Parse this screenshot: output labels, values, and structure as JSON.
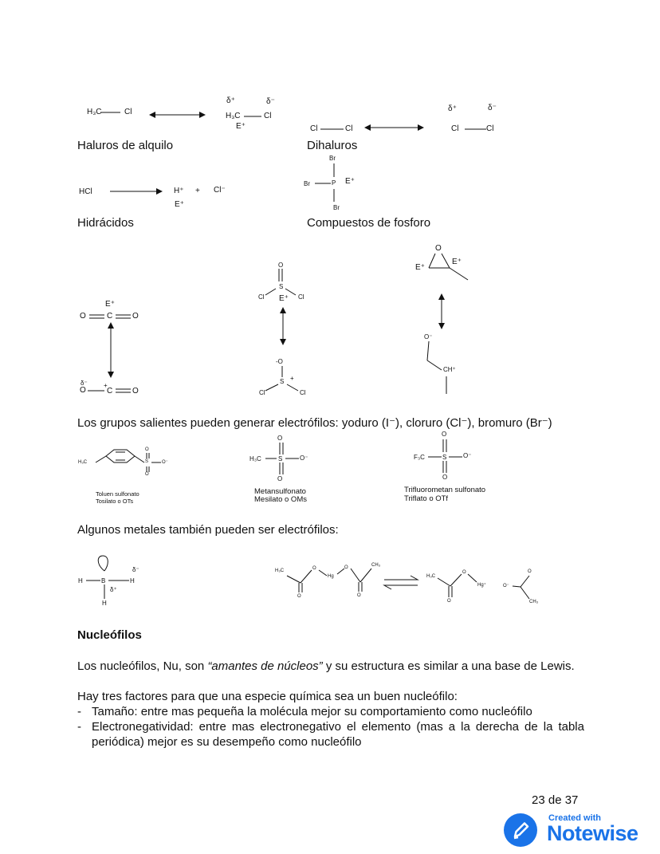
{
  "sections": {
    "haluros": "Haluros de alquilo",
    "dihaluros": "Dihaluros",
    "hidracidos": "Hidrácidos",
    "fosforo": "Compuestos de fosforo"
  },
  "chem": {
    "h3c": "H₃C",
    "cl": "Cl",
    "delta_plus": "δ⁺",
    "delta_minus": "δ⁻",
    "e_plus": "E⁺",
    "hcl": "HCl",
    "h_plus": "H⁺",
    "plus": "+",
    "cl_minus": "Cl⁻",
    "br": "Br",
    "p": "P",
    "o": "O",
    "c": "C",
    "s": "S",
    "o_minus": "O⁻",
    "minus_o": "-O",
    "ch_plus": "CH⁺",
    "f3c": "F₃C",
    "b": "B",
    "h": "H",
    "hg": "Hg",
    "hg_plus": "Hg⁺",
    "ch3": "CH₃"
  },
  "leaving_groups": {
    "sentence": "Los grupos salientes pueden generar electrófilos: yoduro (I⁻), cloruro (Cl⁻), bromuro (Br⁻)",
    "tosyl_name": "Toluen sulfonato",
    "tosyl_alias": "Tosilato o OTs",
    "mesyl_name": "Metansulfonato",
    "mesyl_alias": "Mesilato o OMs",
    "triflyl_name": "Trifluorometan sulfonato",
    "triflyl_alias": "Triflato o OTf"
  },
  "metals": {
    "sentence": "Algunos metales también pueden ser electrófilos:"
  },
  "nucleophiles": {
    "heading": "Nucleófilos",
    "intro_before": "Los nucleófilos, Nu, son ",
    "intro_italic": "“amantes de núcleos”",
    "intro_after": " y su estructura es similar a una base de Lewis.",
    "factors": "Hay tres factores para que una especie química sea un buen nucleófilo:",
    "bullets": [
      "Tamaño: entre mas pequeña la molécula mejor su comportamiento como nucleófilo",
      "Electronegatividad: entre mas electronegativo el elemento (mas a la derecha de la tabla periódica) mejor es su desempeño como nucleófilo"
    ],
    "bullet_marker": "-"
  },
  "footer": {
    "page": "23 de 37",
    "created_with": "Created with",
    "brand": "Notewise",
    "brand_color": "#1a73e8"
  }
}
